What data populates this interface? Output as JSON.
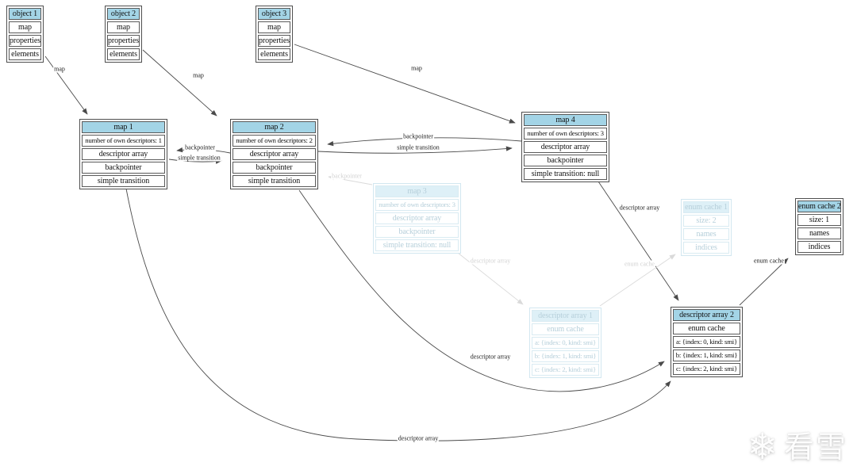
{
  "nodes": {
    "object1": {
      "title": "object 1",
      "rows": [
        "map",
        "properties",
        "elements"
      ]
    },
    "object2": {
      "title": "object 2",
      "rows": [
        "map",
        "properties",
        "elements"
      ]
    },
    "object3": {
      "title": "object 3",
      "rows": [
        "map",
        "properties",
        "elements"
      ]
    },
    "map1": {
      "title": "map 1",
      "rows": [
        "number of own descriptors: 1",
        "descriptor array",
        "backpointer",
        "simple transition"
      ]
    },
    "map2": {
      "title": "map 2",
      "rows": [
        "number of own descriptors: 2",
        "descriptor array",
        "backpointer",
        "simple transition"
      ]
    },
    "map3": {
      "title": "map 3",
      "rows": [
        "number of own descriptors: 3",
        "descriptor array",
        "backpointer",
        "simple transition: null"
      ],
      "faded": true
    },
    "map4": {
      "title": "map 4",
      "rows": [
        "number of own descriptors: 3",
        "descriptor array",
        "backpointer",
        "simple transition: null"
      ]
    },
    "enumcache1": {
      "title": "enum cache 1",
      "rows": [
        "size: 2",
        "names",
        "indices"
      ],
      "faded": true
    },
    "enumcache2": {
      "title": "enum cache 2",
      "rows": [
        "size: 1",
        "names",
        "indices"
      ]
    },
    "descarray1": {
      "title": "descriptor array 1",
      "rows": [
        "enum cache",
        "a: {index: 0, kind: smi}",
        "b: {index: 1, kind: smi}",
        "c: {index: 2, kind: smi}"
      ],
      "faded": true
    },
    "descarray2": {
      "title": "descriptor array 2",
      "rows": [
        "enum cache",
        "a: {index: 0, kind: smi}",
        "b: {index: 1, kind: smi}",
        "c: {index: 2, kind: smi}"
      ]
    }
  },
  "edge_labels": {
    "obj1_map": "map",
    "obj2_map": "map",
    "obj3_map": "map",
    "map2_map1_backpointer": "backpointer",
    "map1_map2_simple_transition": "simple transition",
    "map4_map2_backpointer": "backpointer",
    "map2_map4_simple_transition": "simple transition",
    "map4_descarray2": "descriptor array",
    "map2_descarray2": "descriptor array",
    "map1_descarray2": "descriptor array",
    "descarray2_enumcache2": "enum cache",
    "map3_map2_backpointer": "backpointer",
    "map3_descarray1": "descriptor array",
    "descarray1_enumcache1": "enum cache"
  },
  "colors": {
    "node_header": "#a3d4e6",
    "node_border": "#4f4f4f",
    "edge": "#4a4a4a",
    "faded_header": "#def0f7",
    "faded_border": "#d2e7f0",
    "faded_text": "#b6cfda",
    "faded_edge": "#dadada"
  },
  "watermark": {
    "snowflake_icon": "❄",
    "text": "看雪"
  }
}
